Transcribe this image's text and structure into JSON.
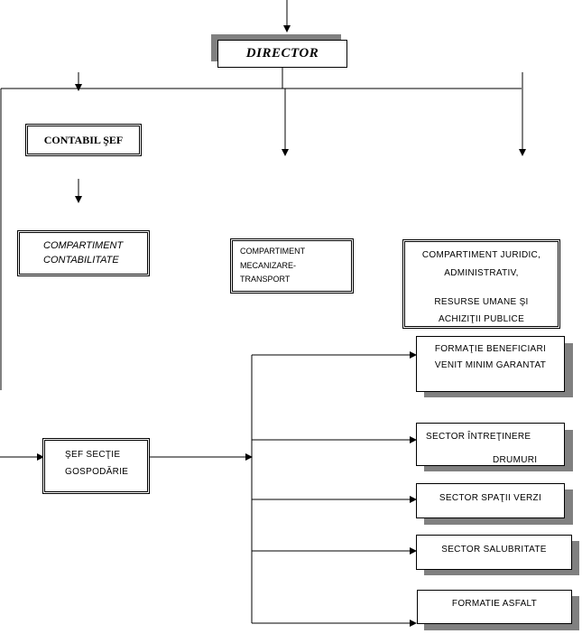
{
  "director": "DIRECTOR",
  "contabil_sef": "CONTABIL ŞEF",
  "comp_contabilitate": {
    "line1": "COMPARTIMENT",
    "line2": "CONTABILITATE"
  },
  "comp_mecanizare": {
    "line1": "COMPARTIMENT",
    "line2": "MECANIZARE-",
    "line3": "TRANSPORT"
  },
  "comp_juridic": {
    "line1": "COMPARTIMENT JURIDIC,",
    "line2": "ADMINISTRATIV,",
    "line3": "RESURSE  UMANE ŞI",
    "line4": "ACHIZIŢII PUBLICE"
  },
  "sef_sectie": {
    "line1": "ŞEF SECŢIE",
    "line2": "GOSPODĂRIE"
  },
  "formatie_beneficiari": {
    "line1": "FORMAŢIE BENEFICIARI",
    "line2": "VENIT MINIM GARANTAT"
  },
  "sector_intretinere": {
    "line1": "SECTOR ÎNTREŢINERE",
    "line2": "DRUMURI"
  },
  "sector_spatii_verzi": "SECTOR SPAŢII VERZI",
  "sector_salubritate": "SECTOR SALUBRITATE",
  "formatie_asfalt": "FORMATIE ASFALT"
}
